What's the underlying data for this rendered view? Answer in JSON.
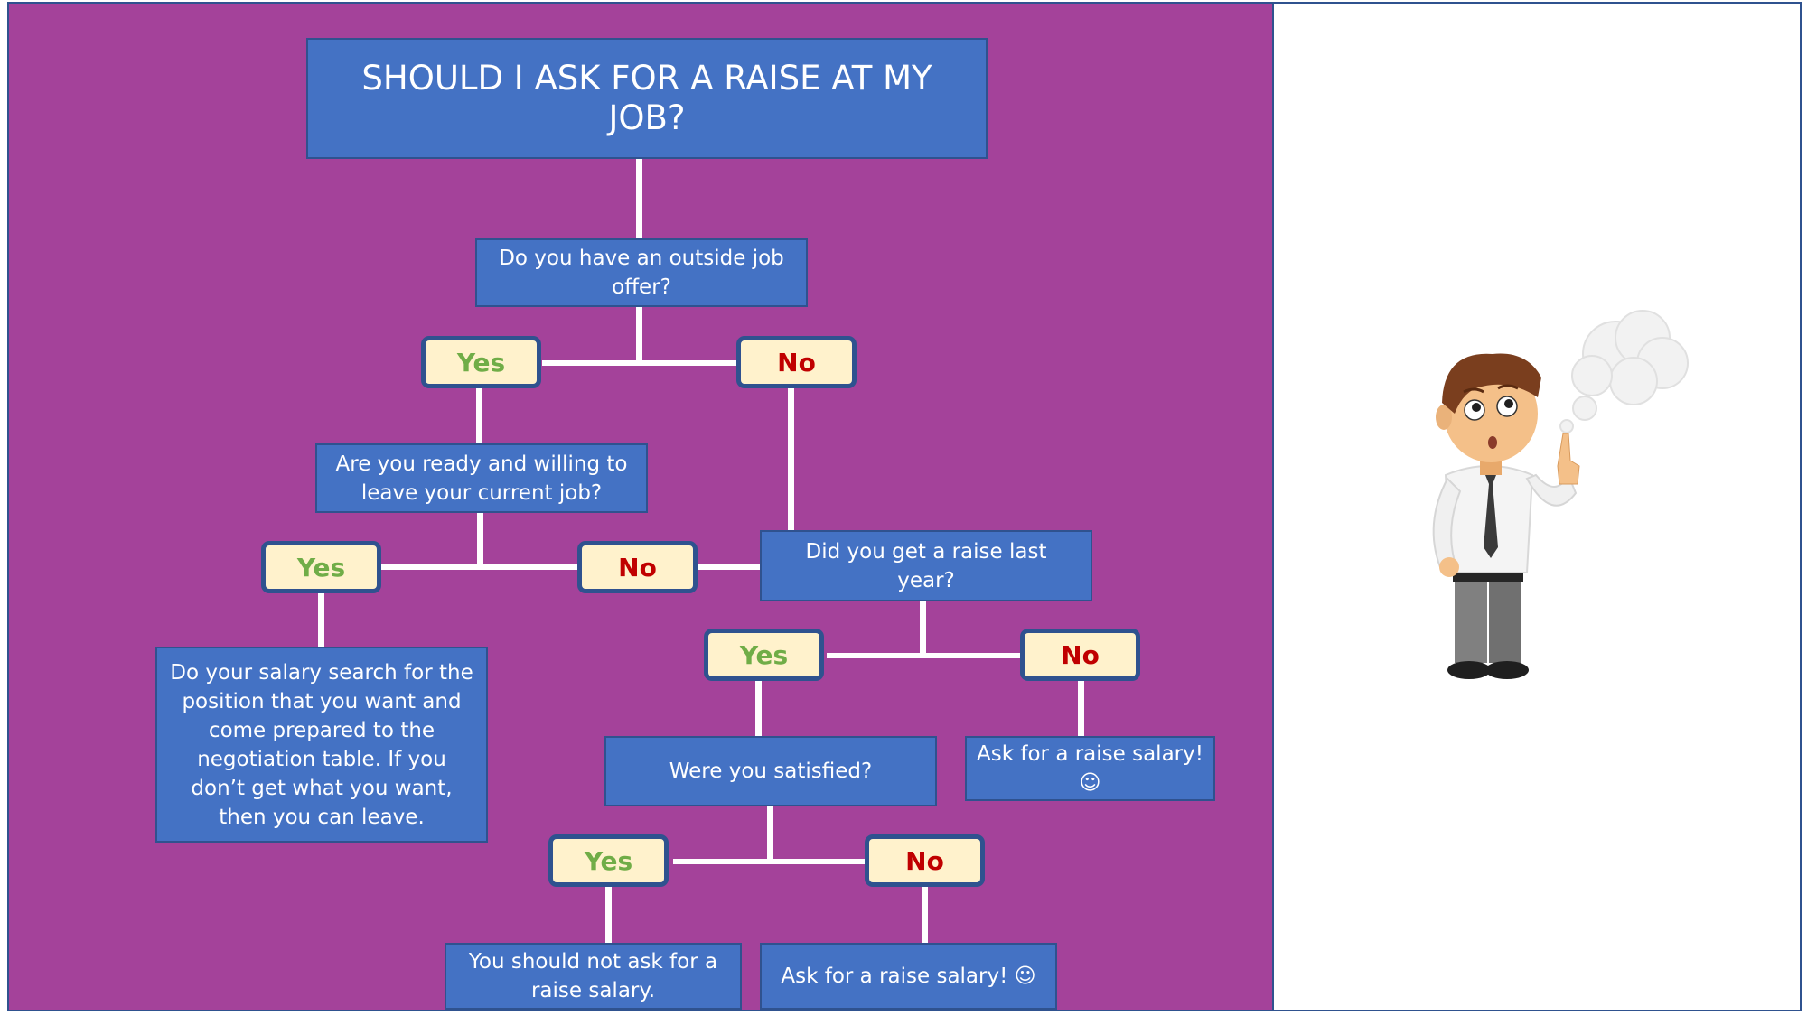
{
  "flowchart": {
    "title": "SHOULD I ASK FOR A RAISE AT MY JOB?",
    "q_outside_offer": "Do you have an outside job offer?",
    "q_ready_to_leave": "Are you ready and willing to leave your current job?",
    "q_raise_last_year": "Did you get a raise last year?",
    "q_satisfied": "Were you satisfied?",
    "r_salary_search": "Do your salary search for the position that you want and come prepared to the negotiation table. If you don’t get what you want, then you can leave.",
    "r_ask_raise_1": "Ask for a raise salary! ☺",
    "r_dont_ask": "You should not ask for a raise salary.",
    "r_ask_raise_2": "Ask for a raise salary! ☺",
    "yes_label": "Yes",
    "no_label": "No"
  },
  "colors": {
    "panel_background": "#a4429a",
    "box_fill": "#4472c4",
    "box_border": "#2f528f",
    "pill_fill": "#fff2cc",
    "yes_text": "#70ad47",
    "no_text": "#c00000"
  },
  "illustration": {
    "subject": "thinking-businessman-with-thought-bubble"
  }
}
